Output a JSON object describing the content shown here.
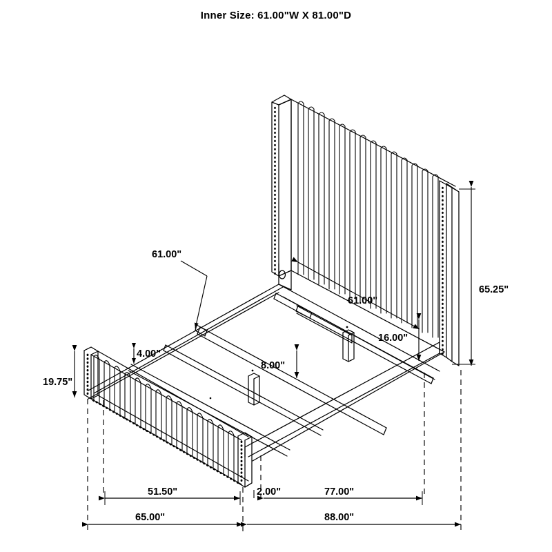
{
  "title": "Inner Size: 61.00\"W X 81.00\"D",
  "product": {
    "type": "upholstered-panel-bed",
    "features": [
      "channel-tufted-headboard",
      "channel-tufted-footboard",
      "nailhead-trim",
      "center-support-rail",
      "two-center-legs"
    ]
  },
  "dimensions": {
    "headboard_width": "61.00\"",
    "frame_inner_width": "61.00\"",
    "headboard_height": "65.25\"",
    "deck_to_headboard_top_inner": "16.00\"",
    "leg_height": "8.00\"",
    "rail_drop": "4.00\"",
    "footboard_height": "19.75\"",
    "footboard_post_width": "2.00\"",
    "footboard_side_run": "51.50\"",
    "side_rail_run": "77.00\"",
    "overall_footboard_span": "65.00\"",
    "overall_length": "88.00\""
  },
  "labels": {
    "leader_61": "61.00\"",
    "headboard_61": "61.00\"",
    "height_6525": "65.25\"",
    "inner_16": "16.00\"",
    "leg_8": "8.00\"",
    "rail_4": "4.00\"",
    "footboard_1975": "19.75\"",
    "post_2": "2.00\"",
    "span_5150": "51.50\"",
    "span_7700": "77.00\"",
    "span_6500": "65.00\"",
    "span_8800": "88.00\""
  },
  "style": {
    "line_color": "#000000",
    "background": "#ffffff",
    "text_color": "#000000"
  }
}
